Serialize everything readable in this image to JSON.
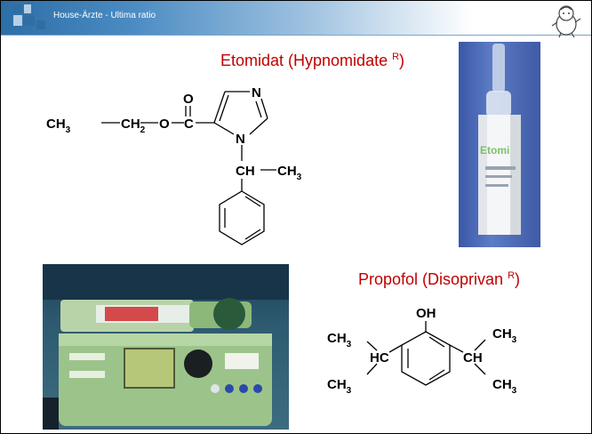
{
  "header": {
    "title": "House-Ärzte - Ultima ratio"
  },
  "etomidate": {
    "name": "Etomidat (Hypnomidate ",
    "sup": "R",
    "close": ")",
    "labels": {
      "ch3": "CH",
      "ch3_sub": "3",
      "ch2": "CH",
      "ch2_sub": "2",
      "o_ether": "O",
      "c_carbonyl": "C",
      "o_carbonyl": "O",
      "n_top": "N",
      "n_ring": "N",
      "ch": "CH",
      "ch3_side": "CH",
      "ch3_side_sub": "3"
    },
    "ampoule_text": "Etomi"
  },
  "propofol": {
    "name": "Propofol (Disoprivan ",
    "sup": "R",
    "close": ")",
    "labels": {
      "oh": "OH",
      "left_ch3_top": "CH",
      "left_ch3_top_sub": "3",
      "left_hc": "HC",
      "left_ch3_bot": "CH",
      "left_ch3_bot_sub": "3",
      "right_ch3_top": "CH",
      "right_ch3_top_sub": "3",
      "right_ch": "CH",
      "right_ch3_bot": "CH",
      "right_ch3_bot_sub": "3"
    }
  },
  "colors": {
    "title_red": "#c00000",
    "header_blue": "#2f6da3",
    "pump_green": "#9cc48a"
  }
}
